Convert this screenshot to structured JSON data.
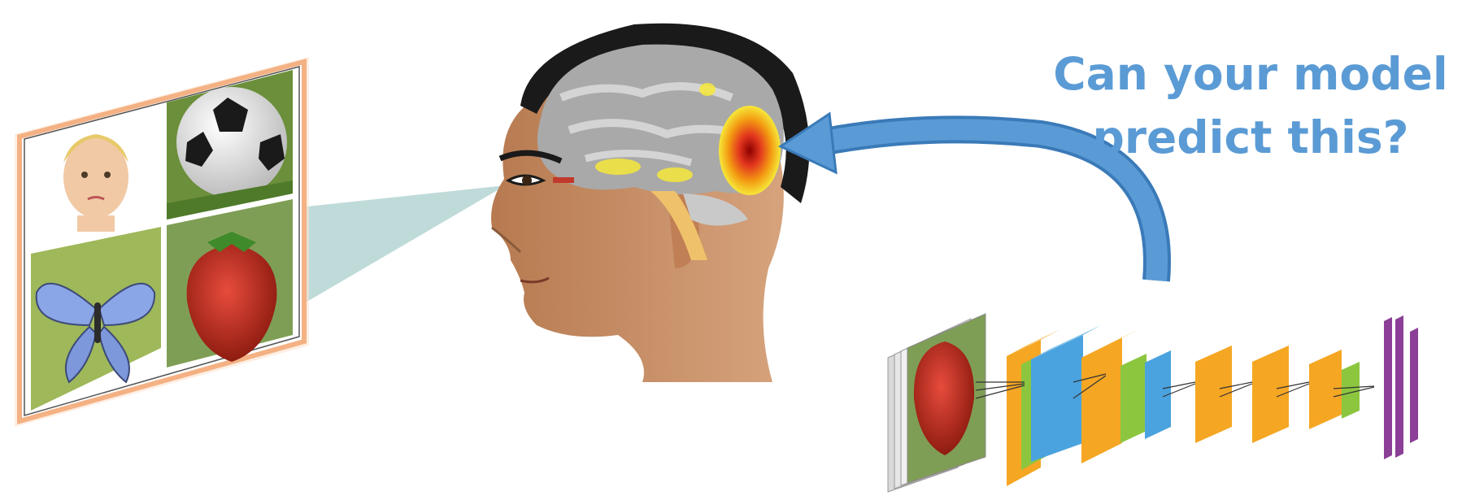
{
  "question": {
    "line1": "Can your model",
    "line2": "predict this?"
  },
  "stimuli": {
    "items": [
      "child-face",
      "soccer-ball",
      "butterfly",
      "strawberry"
    ]
  },
  "cnn": {
    "layers": [
      "input-stack",
      "conv",
      "conv",
      "conv",
      "conv",
      "conv",
      "conv",
      "fc",
      "fc",
      "fc"
    ]
  },
  "colors": {
    "question_text": "#5b9bd5",
    "arrow": "#5b9bd5",
    "frame_border": "#f4b183",
    "view_cone": "#a9cfcc",
    "skin": "#c68a60",
    "brain_gray": "#a9a9a9",
    "activation_red": "#e3371e",
    "activation_yellow": "#f6e83a",
    "cnn_orange": "#f5a623",
    "cnn_blue": "#4aa3df",
    "cnn_green": "#8cc63f",
    "fc_purple": "#8b3f96"
  }
}
